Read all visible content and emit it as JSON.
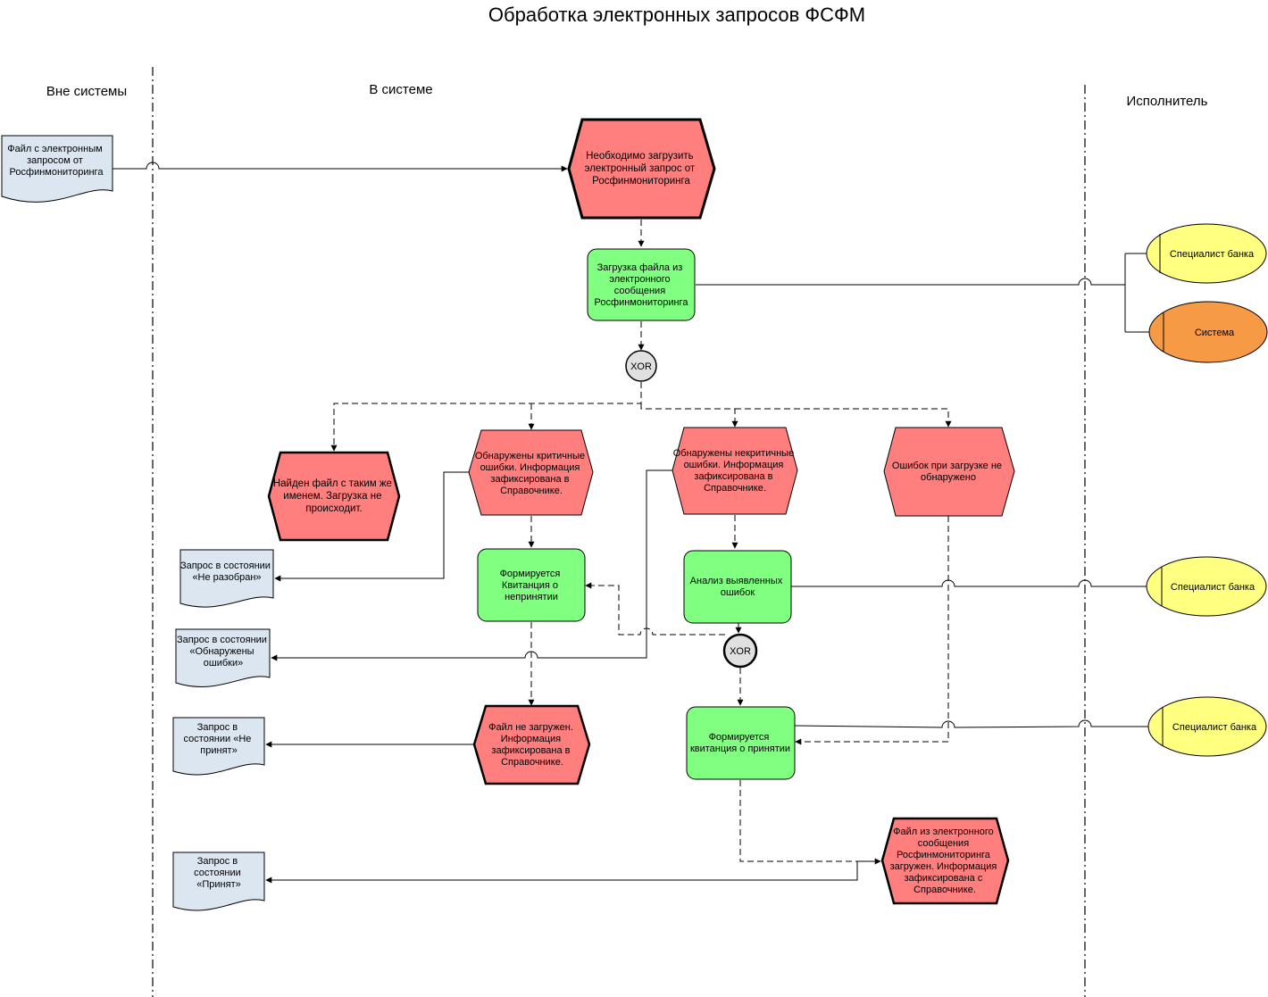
{
  "title": "Обработка электронных запросов ФСФМ",
  "lanes": {
    "outside": "Вне системы",
    "inside": "В системе",
    "performer": "Исполнитель"
  },
  "colors": {
    "event": "#ff7f7f",
    "function": "#80ff80",
    "document": "#dce6f1",
    "role_bank": "#ffff80",
    "role_system": "#f79a46",
    "xor": "#e0e0e0"
  },
  "documents": {
    "input_file": "Файл с электронным запросом от Росфинмониторинга",
    "not_parsed": "Запрос в состоянии «Не разобран»",
    "errors_found": "Запрос в состоянии «Обнаружены ошибки»",
    "not_accepted": "Запрос в состоянии «Не принят»",
    "accepted": "Запрос в состоянии «Принят»"
  },
  "events": {
    "start": "Необходимо загрузить электронный запрос от Росфинмониторинга",
    "same_name": "Найден файл с таким же именем. Загрузка не происходит.",
    "critical": "Обнаружены критичные ошибки. Информация зафиксирована в Справочнике.",
    "noncritical": "Обнаружены некритичные ошибки. Информация зафиксирована в Справочнике.",
    "no_errors": "Ошибок при загрузке не обнаружено",
    "not_loaded": "Файл не загружен. Информация зафиксирована в Справочнике.",
    "loaded": "Файл из электронного сообщения Росфинмониторинга загружен. Информация зафиксирована с Справочнике."
  },
  "functions": {
    "load": "Загрузка файла из электронного сообщения Росфинмониторинга",
    "reject_receipt": "Формируется Квитанция о непринятии",
    "analyze": "Анализ выявленных ошибок",
    "accept_receipt": "Формируется квитанция о принятии"
  },
  "connectors": {
    "xor1": "XOR",
    "xor2": "XOR"
  },
  "roles": {
    "bank1": "Специалист банка",
    "system": "Система",
    "bank2": "Специалист банка",
    "bank3": "Специалист банка"
  }
}
